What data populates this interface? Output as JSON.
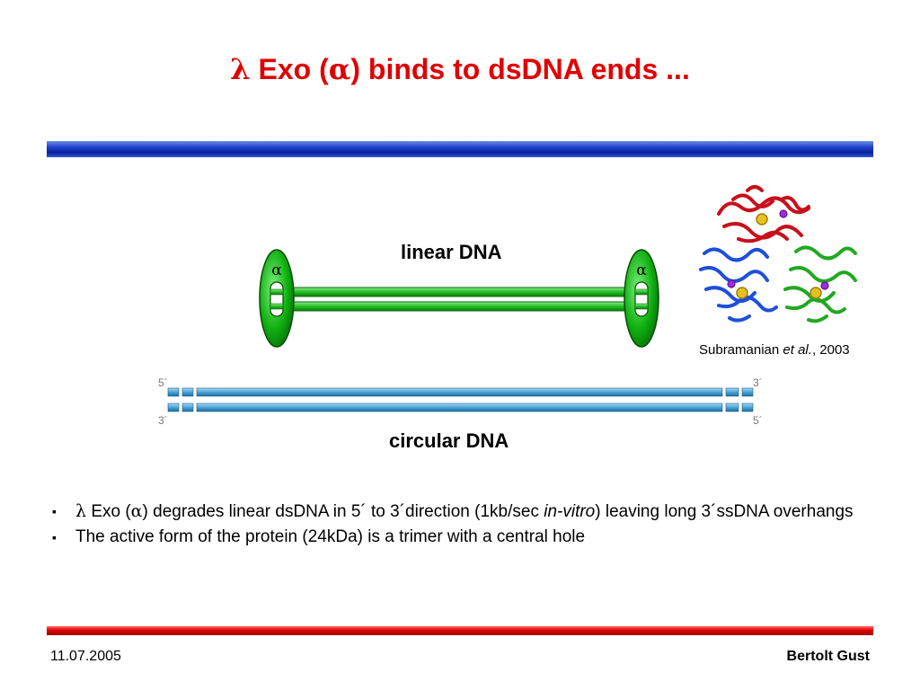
{
  "title": {
    "lambda": "λ",
    "text1": " Exo (",
    "alpha": "α",
    "text2": ") binds to dsDNA ends ..."
  },
  "diagram": {
    "linear_label": "linear DNA",
    "circular_label": "circular DNA",
    "alpha_left": "α",
    "alpha_right": "α",
    "prime_5_left": "5´",
    "prime_3_left": "3´",
    "prime_3_right": "3´",
    "prime_5_right": "5´",
    "colors": {
      "linear_dna": "#22c022",
      "circular_dna": "#4aa3d6",
      "protein": "#00b000"
    }
  },
  "citation": {
    "author": "Subramanian ",
    "etal": "et al.",
    "year": ", 2003"
  },
  "bullets": [
    {
      "lambda": "λ",
      "t1": " Exo (",
      "alpha": "α",
      "t2": ") degrades linear dsDNA in 5´ to 3´direction  (1kb/sec ",
      "italic": "in-vitro",
      "t3": ") leaving long 3´ssDNA overhangs"
    },
    {
      "text": "The active form of the protein (24kDa) is a trimer with a central hole"
    }
  ],
  "footer": {
    "date": "11.07.2005",
    "author": "Bertolt Gust"
  }
}
